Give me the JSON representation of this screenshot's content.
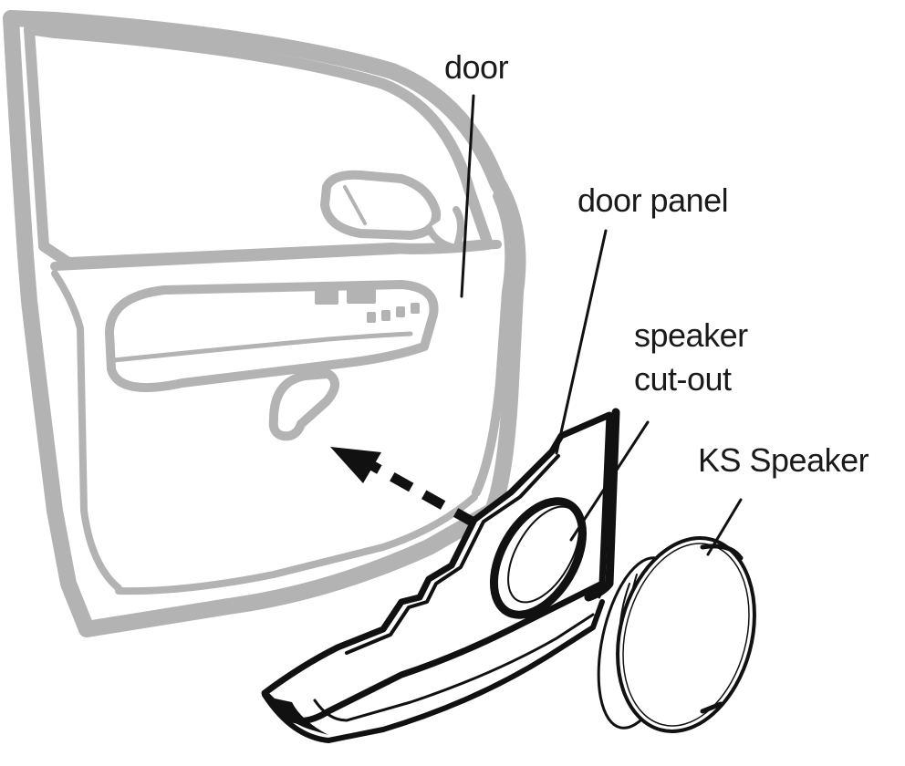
{
  "labels": {
    "door": "door",
    "door_panel": "door panel",
    "speaker_cutout_line1": "speaker",
    "speaker_cutout_line2": "cut-out",
    "ks_speaker": "KS Speaker"
  },
  "colors": {
    "door_gray": "#b3b3b3",
    "door_gray_light": "#d4d4d4",
    "ink": "#111111",
    "background": "#ffffff"
  }
}
